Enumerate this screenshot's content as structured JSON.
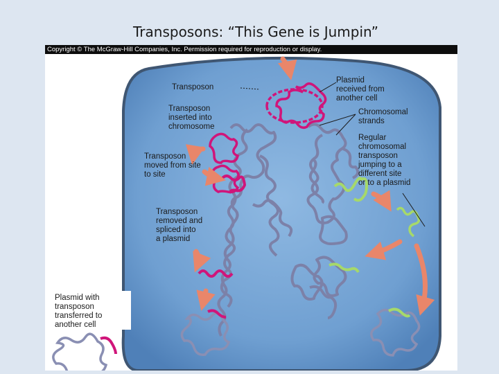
{
  "slide": {
    "title": "Transposons:  “This Gene is Jumpin”"
  },
  "figure": {
    "copyright": "Copyright © The McGraw-Hill Companies, Inc. Permission required for reproduction or display.",
    "labels": {
      "transposon": [
        "Transposon"
      ],
      "plasmid_received": [
        "Plasmid",
        "received from",
        "another cell"
      ],
      "transposon_inserted": [
        "Transposon",
        "inserted into",
        "chromosome"
      ],
      "chromosomal_strands": [
        "Chromosomal",
        "strands"
      ],
      "regular_transposon": [
        "Regular",
        "chromosomal",
        "transposon",
        "jumping to a",
        "different site",
        "or to a plasmid"
      ],
      "transposon_moved": [
        "Transposon",
        "moved from site",
        "to site"
      ],
      "transposon_removed": [
        "Transposon",
        "removed and",
        "spliced into",
        "a plasmid"
      ],
      "plasmid_transferred": [
        "Plasmid with",
        "transposon",
        "transferred to",
        "another cell"
      ]
    },
    "colors": {
      "cell_fill": "#6f9fd1",
      "cell_border": "#3f5672",
      "chromosome": "#8a8fb3",
      "transposon": "#d0157a",
      "regular_transposon": "#a6d96a",
      "arrow": "#e9866a"
    }
  }
}
